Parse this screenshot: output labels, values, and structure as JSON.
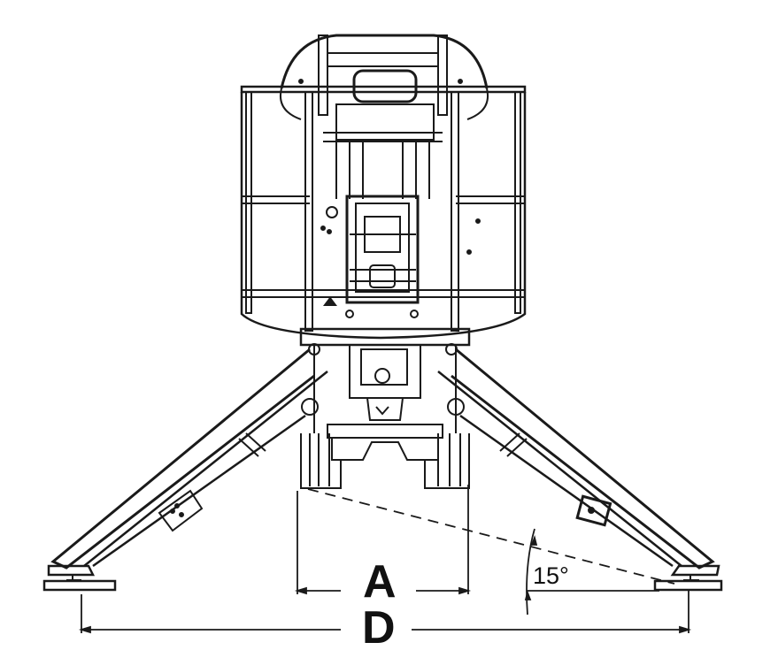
{
  "diagram": {
    "labels": {
      "dim_a": "A",
      "dim_d": "D",
      "angle": "15°"
    },
    "angle_degrees": 15,
    "colors": {
      "line": "#1a1a1a",
      "background": "#ffffff"
    }
  }
}
